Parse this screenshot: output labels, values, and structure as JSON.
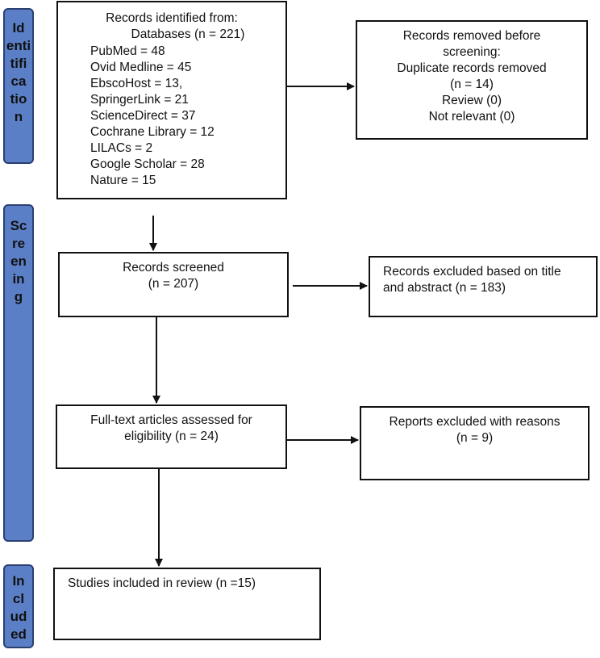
{
  "stages": {
    "identification": [
      "Id",
      "enti",
      "tifi",
      "ca",
      "tio",
      "n"
    ],
    "screening": [
      "Sc",
      "re",
      "en",
      "in",
      "g"
    ],
    "included": [
      "In",
      "cl",
      "ud",
      "ed"
    ]
  },
  "identified": {
    "title": "Records identified from:",
    "databases": "Databases (n = 221)",
    "sources": [
      "PubMed = 48",
      "Ovid Medline = 45",
      "EbscoHost = 13,",
      "SpringerLink = 21",
      "ScienceDirect = 37",
      "Cochrane Library = 12",
      "LILACs = 2",
      "Google Scholar = 28",
      "Nature = 15"
    ]
  },
  "removed": {
    "line1": "Records removed before",
    "line2": "screening:",
    "line3": "Duplicate records removed",
    "line4": "(n = 14)",
    "line5": "Review (0)",
    "line6": "Not relevant (0)"
  },
  "screened": {
    "line1": "Records screened",
    "line2": "(n = 207)"
  },
  "excluded": {
    "line1": "Records excluded based on title",
    "line2": "and abstract (n = 183)"
  },
  "fulltext": {
    "line1": "Full-text articles assessed for",
    "line2": "eligibility (n = 24)"
  },
  "reports_excluded": {
    "line1": "Reports excluded with reasons",
    "line2": "(n = 9)"
  },
  "included_box": {
    "line1": "Studies included in review (n =15)"
  }
}
